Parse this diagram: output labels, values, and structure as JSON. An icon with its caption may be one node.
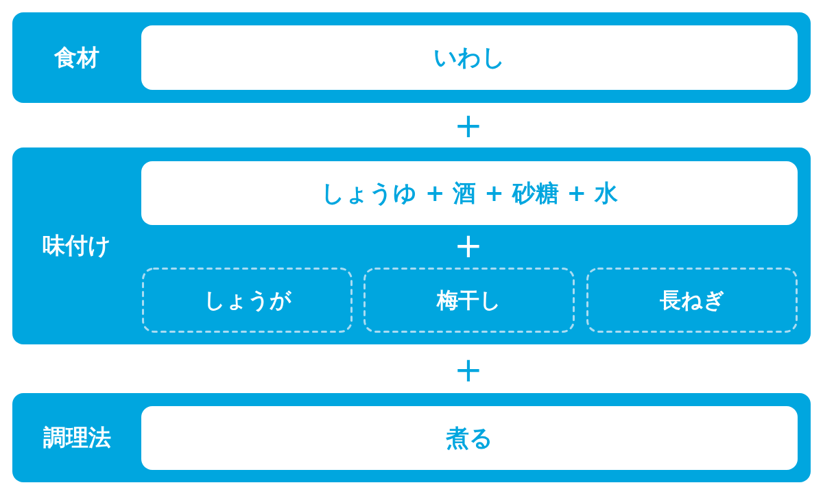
{
  "diagram": {
    "nodes": [
      {
        "text": [
          "食材"
        ]
      },
      {
        "text": [
          "いわし"
        ],
        "in": 0
      },
      {
        "text": [
          "味付け"
        ]
      },
      {
        "text": [
          "しょうゆ + 酒 + 砂糖 + 水"
        ],
        "in": 2
      },
      {
        "text": [
          "しょうが"
        ],
        "in": 2
      },
      {
        "text": [
          "梅干し"
        ],
        "in": 2
      },
      {
        "text": [
          "長ねぎ"
        ],
        "in": 2
      },
      {
        "text": [
          "調理法"
        ]
      },
      {
        "text": [
          "煮る"
        ],
        "in": 7
      }
    ],
    "labels": [
      "+",
      "+",
      "+"
    ]
  }
}
